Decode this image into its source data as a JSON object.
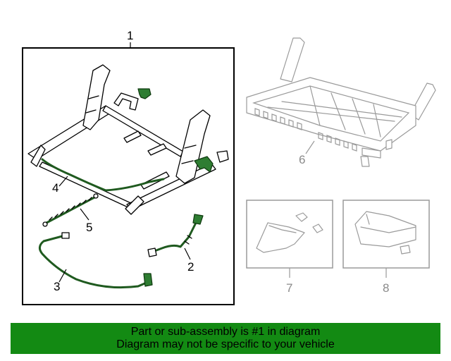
{
  "callouts": {
    "c1": "1",
    "c2": "2",
    "c3": "3",
    "c4": "4",
    "c5": "5",
    "c6": "6",
    "c7": "7",
    "c8": "8"
  },
  "banner": {
    "line1": "Part or sub-assembly is #1 in diagram",
    "line2": "Diagram may not be specific to your vehicle",
    "color": "#138a13"
  },
  "colors": {
    "highlight": "#1f5a1f",
    "gray_parts": "#9a9a9a"
  }
}
